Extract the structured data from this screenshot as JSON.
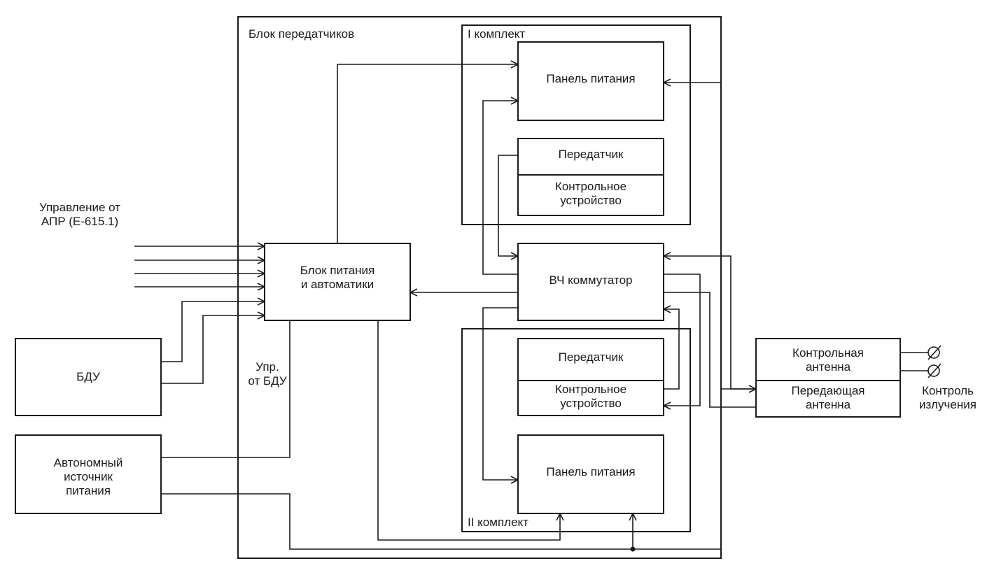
{
  "transmitter_unit": {
    "title": "Блок передатчиков"
  },
  "kit1": {
    "title": "I комплект",
    "power_panel": "Панель питания",
    "transmitter": "Передатчик",
    "control_device": [
      "Контрольное",
      "устройство"
    ]
  },
  "kit2": {
    "title": "II комплект",
    "power_panel": "Панель питания",
    "transmitter": "Передатчик",
    "control_device": [
      "Контрольное",
      "устройство"
    ]
  },
  "power_automation": [
    "Блок питания",
    "и автоматики"
  ],
  "rf_switch": "ВЧ коммутатор",
  "apr_control": [
    "Управление от",
    "АПР (Е-615.1)"
  ],
  "bdu": "БДУ",
  "bdu_control": [
    "Упр.",
    "от БДУ"
  ],
  "autonomous_power": [
    "Автономный",
    "источник",
    "питания"
  ],
  "antennas": {
    "control": [
      "Контрольная",
      "антенна"
    ],
    "transmitting": [
      "Передающая",
      "антенна"
    ]
  },
  "emission_control": [
    "Контроль",
    "излучения"
  ],
  "colors": {
    "stroke": "#1a1a1a",
    "background": "#ffffff"
  }
}
